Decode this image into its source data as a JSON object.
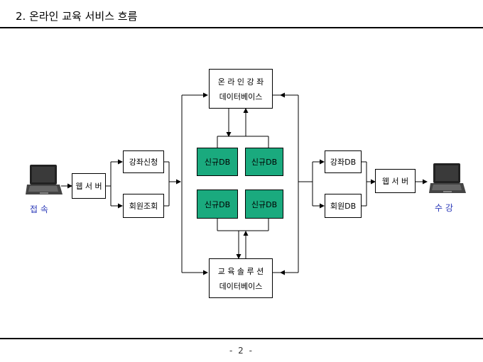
{
  "title": "2. 온라인 교육 서비스 흐름",
  "page_number": "-   2   -",
  "colors": {
    "db_fill": "#1aaa7e",
    "caption": "#2a38b8"
  },
  "left": {
    "caption": "접 속",
    "server": "웹 서 버",
    "register": "강좌신청",
    "member_query": "회원조회"
  },
  "right": {
    "caption": "수 강",
    "server": "웹 서 버",
    "course_db": "강좌DB",
    "member_db": "회원DB"
  },
  "online_db": {
    "line1": "온 라 인 강 좌",
    "line2": "데이터베이스"
  },
  "solution_db": {
    "line1": "교 육 솔 루 션",
    "line2": "데이터베이스"
  },
  "db_tiles": [
    "신규DB",
    "신규DB",
    "신규DB",
    "신규DB"
  ],
  "icons": [
    "laptop-icon",
    "laptop-icon"
  ]
}
